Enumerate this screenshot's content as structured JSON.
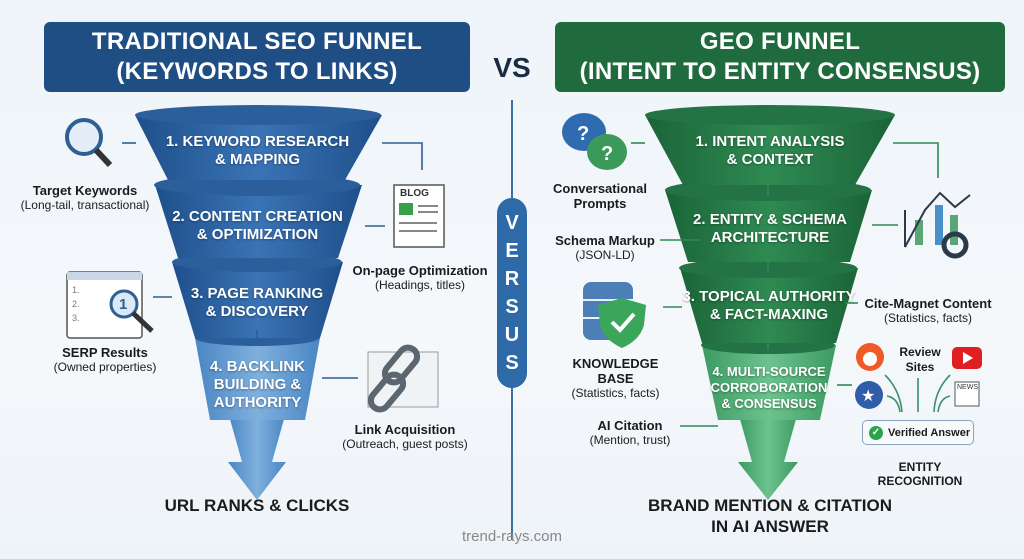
{
  "left": {
    "title_line1": "TRADITIONAL SEO FUNNEL",
    "title_line2": "(KEYWORDS TO LINKS)",
    "color": "#1f4e85",
    "stages": [
      {
        "line1": "1. KEYWORD RESEARCH",
        "line2": "& MAPPING"
      },
      {
        "line1": "2. CONTENT CREATION",
        "line2": "& OPTIMIZATION"
      },
      {
        "line1": "3. PAGE RANKING",
        "line2": "& DISCOVERY"
      },
      {
        "line1": "4. BACKLINK",
        "line2": "BUILDING &",
        "line3": "AUTHORITY"
      }
    ],
    "inputs": [
      {
        "icon": "magnifier-icon",
        "title": "Target Keywords",
        "sub": "(Long-tail, transactional)"
      },
      {
        "icon": "blog-document-icon",
        "badge": "BLOG",
        "title": "On-page Optimization",
        "sub": "(Headings, titles)"
      },
      {
        "icon": "serp-window-icon",
        "items": [
          "1.",
          "2.",
          "3."
        ],
        "rank": "1",
        "title": "SERP Results",
        "sub": "(Owned properties)"
      },
      {
        "icon": "chain-link-icon",
        "title": "Link Acquisition",
        "sub": "(Outreach, guest posts)"
      }
    ],
    "outcome": "URL RANKS & CLICKS"
  },
  "vs": "VS",
  "versus": [
    "V",
    "E",
    "R",
    "S",
    "U",
    "S"
  ],
  "right": {
    "title_line1": "GEO FUNNEL",
    "title_line2": "(INTENT TO ENTITY CONSENSUS)",
    "color": "#1f6b3e",
    "stages": [
      {
        "line1": "1. INTENT ANALYSIS",
        "line2": "& CONTEXT"
      },
      {
        "line1": "2. ENTITY & SCHEMA",
        "line2": "ARCHITECTURE"
      },
      {
        "line1": "3. TOPICAL AUTHORITY",
        "line2": "& FACT-MAXING"
      },
      {
        "line1": "4. MULTI-SOURCE",
        "line2": "CORROBORATION",
        "line3": "& CONSENSUS"
      }
    ],
    "inputs": [
      {
        "icon": "chat-question-icon",
        "title": "Conversational",
        "sub": "Prompts"
      },
      {
        "title": "Schema Markup",
        "sub": "(JSON-LD)"
      },
      {
        "icon": "network-chart-gear-icon"
      },
      {
        "icon": "database-shield-icon",
        "title": "KNOWLEDGE BASE",
        "sub": "(Statistics, facts)"
      },
      {
        "title": "Cite-Magnet Content",
        "sub": "(Statistics, facts)"
      },
      {
        "title": "AI Citation",
        "sub": "(Mention, trust)"
      }
    ],
    "sources": {
      "review_line1": "Review",
      "review_line2": "Sites",
      "news": "NEWS",
      "verified": "Verified Answer",
      "caption": "ENTITY RECOGNITION"
    },
    "outcome_line1": "BRAND MENTION & CITATION",
    "outcome_line2": "IN AI ANSWER"
  },
  "footer": "trend-rays.com"
}
